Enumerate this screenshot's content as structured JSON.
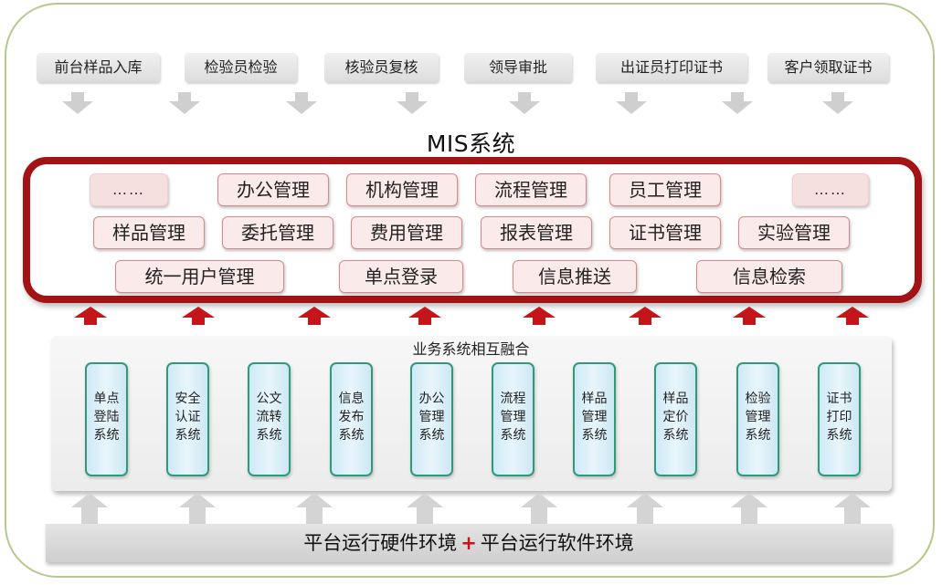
{
  "workflow_steps": [
    "前台样品入库",
    "检验员检验",
    "核验员复核",
    "领导审批",
    "出证员打印证书",
    "客户领取证书"
  ],
  "mis": {
    "title": "MIS系统",
    "ellipsis_left": "……",
    "ellipsis_right": "……",
    "row1": [
      "办公管理",
      "机构管理",
      "流程管理",
      "员工管理"
    ],
    "row2": [
      "样品管理",
      "委托管理",
      "费用管理",
      "报表管理",
      "证书管理",
      "实验管理"
    ],
    "row3": [
      "统一用户管理",
      "单点登录",
      "信息推送",
      "信息检索"
    ]
  },
  "business": {
    "title": "业务系统相互融合",
    "systems": [
      "单点登陆系统",
      "安全认证系统",
      "公文流转系统",
      "信息发布系统",
      "办公管理系统",
      "流程管理系统",
      "样品管理系统",
      "样品定价系统",
      "检验管理系统",
      "证书打印系统"
    ]
  },
  "platform": {
    "hardware": "平台运行硬件环境",
    "plus": "+",
    "software": "平台运行软件环境"
  },
  "colors": {
    "accent_red": "#a31214",
    "chip_fill": "#fbeaea",
    "system_border": "#2f9a7a",
    "frame_border": "#b5c98a"
  }
}
